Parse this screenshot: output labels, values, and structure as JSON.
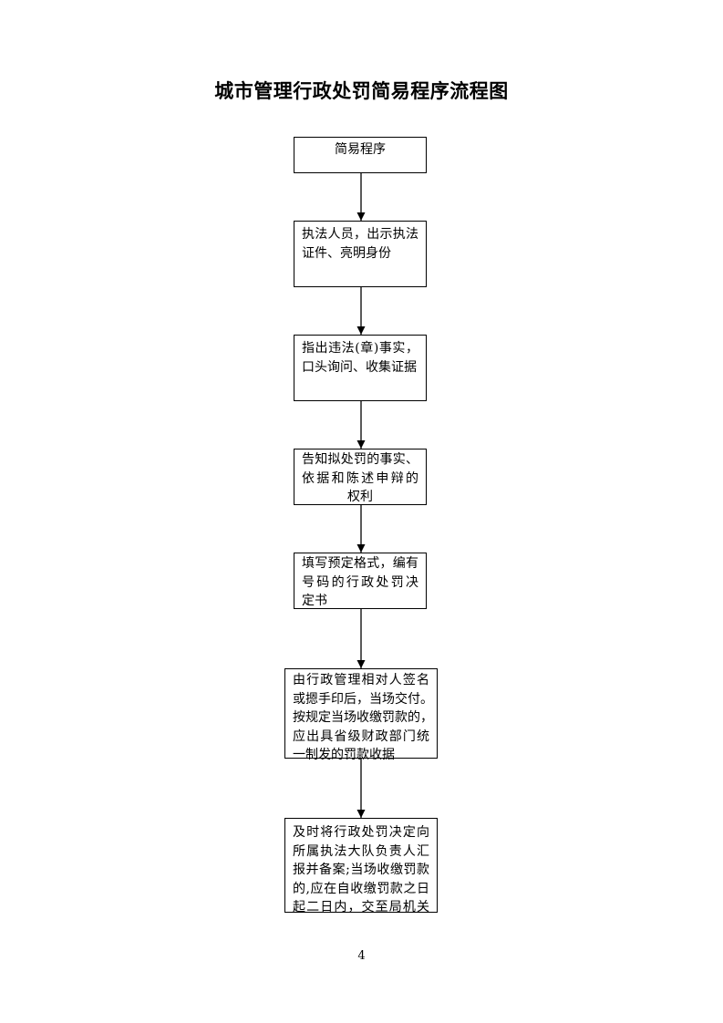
{
  "title": "城市管理行政处罚简易程序流程图",
  "steps": [
    {
      "lines": [
        "简易程序"
      ]
    },
    {
      "lines": [
        "执法人员，出示执法",
        "证件、亮明身份"
      ]
    },
    {
      "lines": [
        "指出违法(章)事实，",
        "口头询问、收集证据"
      ]
    },
    {
      "lines": [
        "告知拟处罚的事实、",
        "依据和陈述申辩的",
        "权利"
      ]
    },
    {
      "lines": [
        "填写预定格式，编有",
        "号码的行政处罚决",
        "定书"
      ]
    },
    {
      "lines": [
        "由行政管理相对人签名",
        "或摁手印后，当场交付。",
        "按规定当场收缴罚款的，",
        "应出具省级财政部门统",
        "一制发的罚款收据"
      ]
    },
    {
      "lines": [
        "及时将行政处罚决定向",
        "所属执法大队负责人汇",
        "报并备案;当场收缴罚款",
        "的,应在自收缴罚款之日",
        "起二日内，交至局机关"
      ]
    }
  ],
  "page_number": "4"
}
